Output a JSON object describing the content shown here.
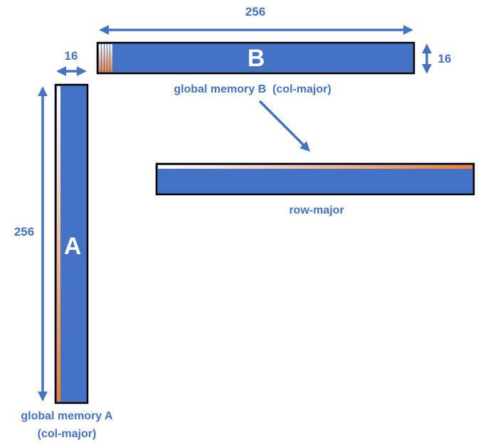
{
  "colors": {
    "accent": "#4472c4",
    "matrix_fill": "#4472c4",
    "outline": "#000000",
    "highlight": "#ed7d31",
    "letter": "#ffffff"
  },
  "matrix_b": {
    "letter": "B",
    "width_label": "256",
    "height_label": "16",
    "caption": "global memory B  (col-major)"
  },
  "matrix_a": {
    "letter": "A",
    "width_label": "16",
    "height_label": "256",
    "caption_line1": "global memory A",
    "caption_line2": "(col-major)"
  },
  "row_major": {
    "caption": "row-major"
  }
}
